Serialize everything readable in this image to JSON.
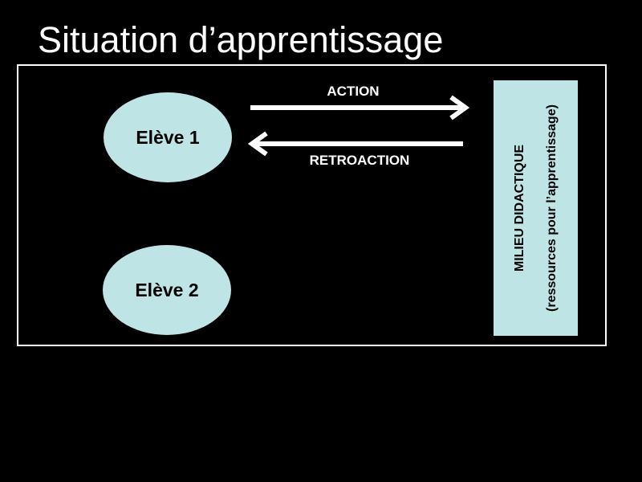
{
  "slide": {
    "title": "Situation d’apprentissage"
  },
  "diagram": {
    "students": [
      {
        "label": "Elève 1"
      },
      {
        "label": "Elève 2"
      }
    ],
    "arrows": {
      "action_label": "ACTION",
      "retroaction_label": "RETROACTION"
    },
    "milieu": {
      "title": "MILIEU DIDACTIQUE",
      "subtitle": "(ressources pour l’apprentissage)"
    },
    "colors": {
      "background": "#000000",
      "shape_fill": "#bfe4e6",
      "lines": "#ffffff"
    }
  }
}
